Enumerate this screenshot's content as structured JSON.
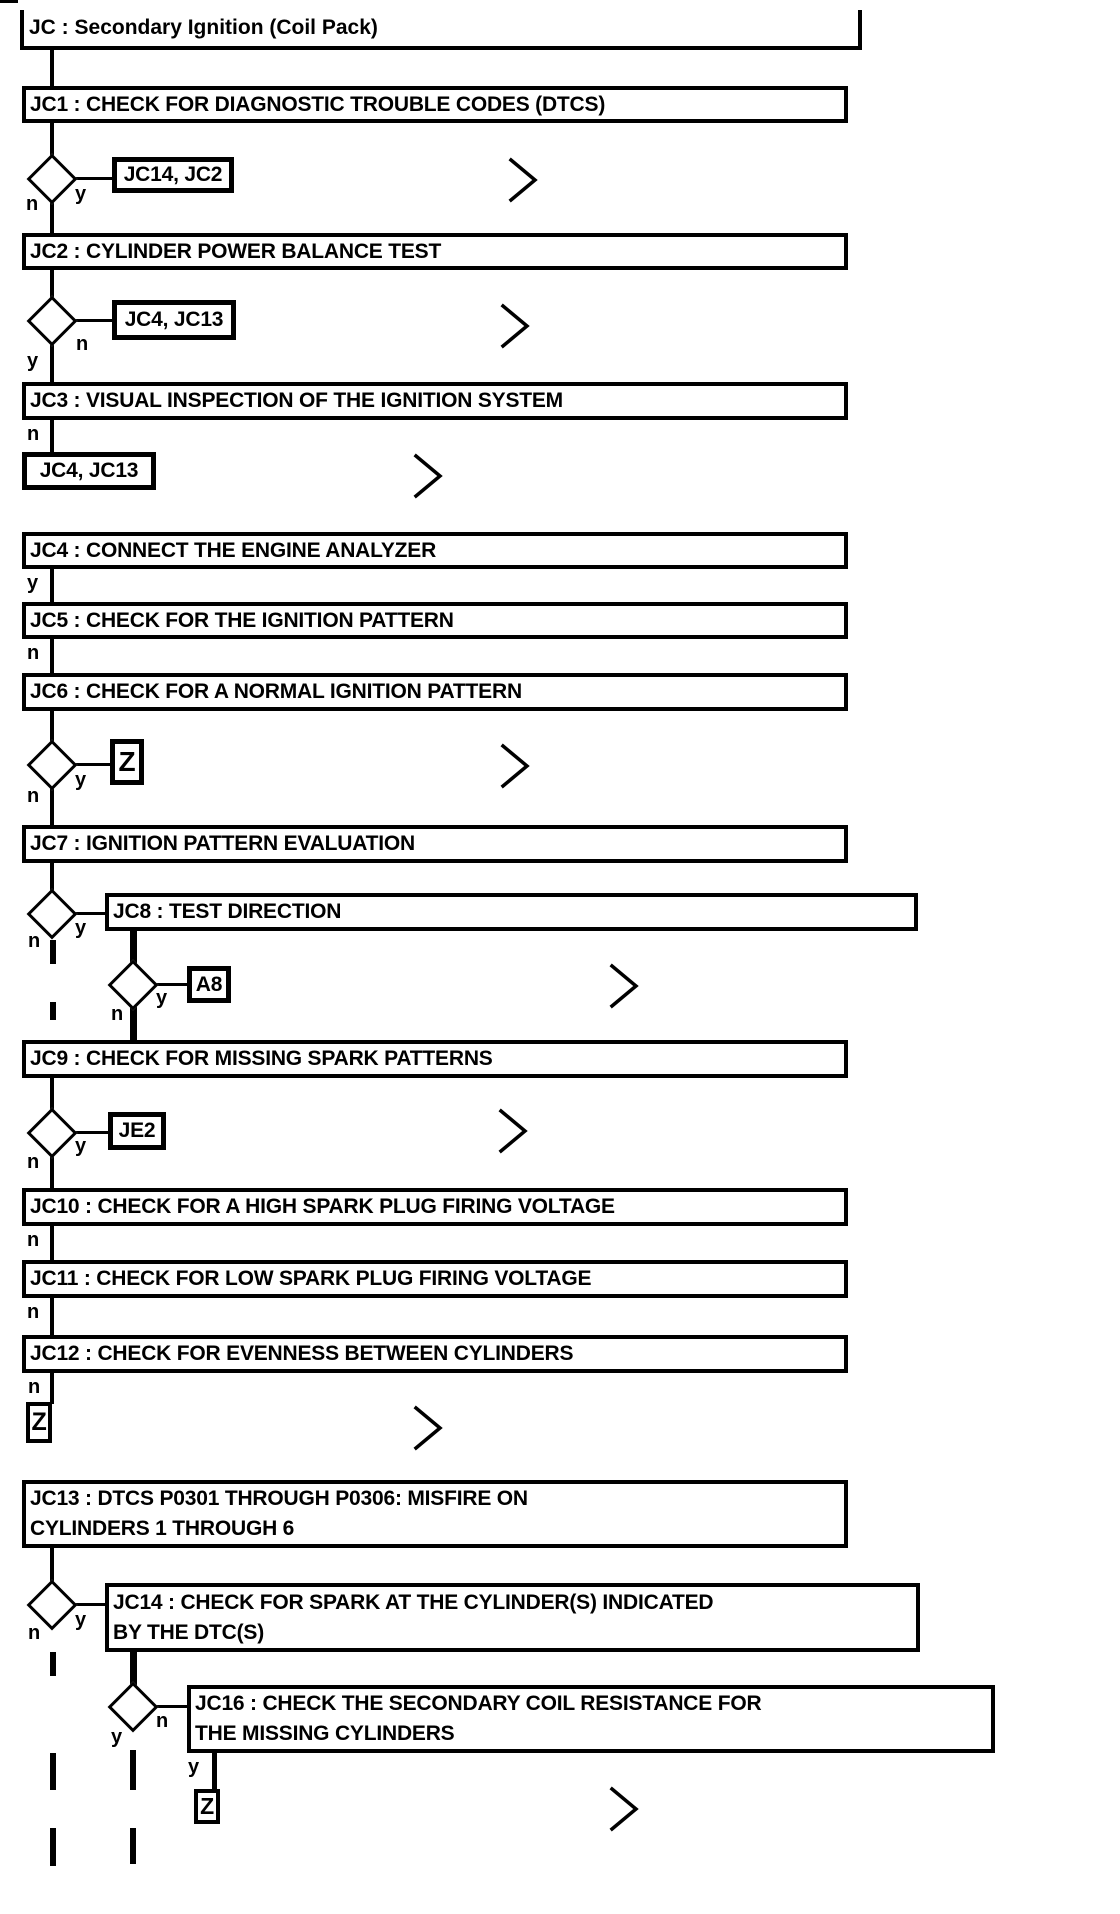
{
  "title": "JC : Secondary Ignition (Coil Pack)",
  "steps": {
    "jc1": "JC1 : CHECK FOR DIAGNOSTIC TROUBLE CODES (DTCS)",
    "jc2": "JC2 : CYLINDER POWER BALANCE TEST",
    "jc3": "JC3 : VISUAL INSPECTION OF THE IGNITION SYSTEM",
    "jc4": "JC4 : CONNECT THE ENGINE ANALYZER",
    "jc5": "JC5 : CHECK FOR THE IGNITION PATTERN",
    "jc6": "JC6 : CHECK FOR A NORMAL IGNITION PATTERN",
    "jc7": "JC7 : IGNITION PATTERN EVALUATION",
    "jc8": "JC8 : TEST DIRECTION",
    "jc9": "JC9 : CHECK FOR MISSING SPARK PATTERNS",
    "jc10": "JC10 : CHECK FOR A HIGH SPARK PLUG FIRING VOLTAGE",
    "jc11": "JC11 : CHECK FOR LOW SPARK PLUG FIRING VOLTAGE",
    "jc12": "JC12 : CHECK FOR EVENNESS BETWEEN CYLINDERS",
    "jc13": {
      "line1": "JC13 : DTCS P0301 THROUGH P0306: MISFIRE ON",
      "line2": "CYLINDERS 1 THROUGH 6"
    },
    "jc14": {
      "line1": "JC14 : CHECK FOR SPARK AT THE CYLINDER(S) INDICATED",
      "line2": "BY THE DTC(S)"
    },
    "jc16": {
      "line1": "JC16 : CHECK THE SECONDARY COIL RESISTANCE FOR",
      "line2": "THE MISSING CYLINDERS"
    }
  },
  "jumps": {
    "from_jc1": "JC14, JC2",
    "from_jc2": "JC4, JC13",
    "from_jc3": "JC4, JC13",
    "from_jc6": "Z",
    "from_jc8": "A8",
    "from_jc9": "JE2",
    "from_jc12": "Z",
    "from_jc16": "Z"
  },
  "branch_labels": {
    "yes": "y",
    "no": "n"
  }
}
